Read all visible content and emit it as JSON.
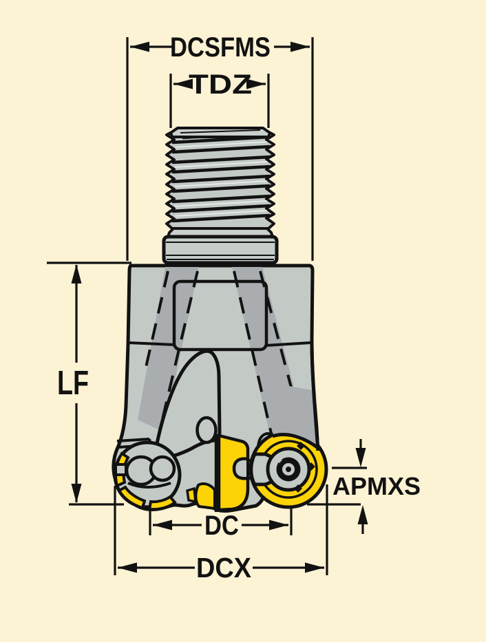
{
  "diagram": {
    "title": "Round-insert milling cutter dimension drawing",
    "labels": {
      "dcsfms": "DCSFMS",
      "tdz": "TDZ",
      "lf": "LF",
      "dc": "DC",
      "dcx": "DCX",
      "apmxs": "APMXS"
    },
    "colors": {
      "background": "#FCF2D4",
      "body_gray": "#C3CAC6",
      "flute_gray": "#A9ADB0",
      "collar_light": "#D8DDD9",
      "insert_yellow": "#FCD307",
      "line_black": "#121212"
    }
  }
}
